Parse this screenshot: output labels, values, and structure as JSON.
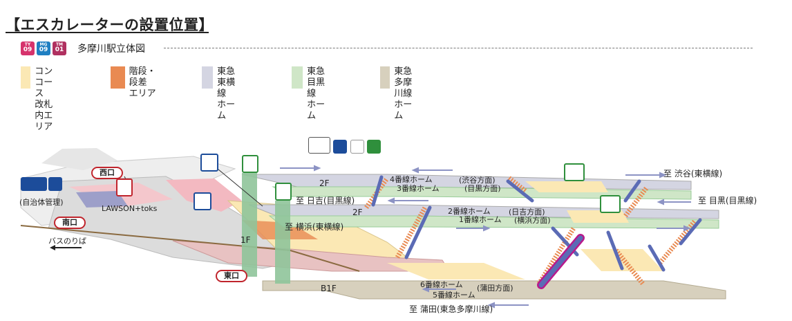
{
  "title": "【エスカレーターの設置位置】",
  "station": {
    "badges": [
      {
        "code": "TY",
        "num": "09",
        "color": "#d6336c"
      },
      {
        "code": "MG",
        "num": "09",
        "color": "#1f7fc2"
      },
      {
        "code": "TM",
        "num": "01",
        "color": "#b03060"
      }
    ],
    "name": "多摩川駅立体図"
  },
  "legend": [
    {
      "line1": "コンコース",
      "line2": "改札内エリア",
      "color": "#fbe8b4"
    },
    {
      "line1": "階段・段差",
      "line2": "エリア",
      "color": "#e98a52"
    },
    {
      "line1": "東急東横線",
      "line2": "ホーム",
      "color": "#d4d5e2"
    },
    {
      "line1": "東急目黒線",
      "line2": "ホーム",
      "color": "#cfe6c7"
    },
    {
      "line1": "東急多摩川線",
      "line2": "ホーム",
      "color": "#d7d0bd"
    }
  ],
  "colors": {
    "concourse": "#fbe8b4",
    "stairs": "#e98a52",
    "toyoko": "#d4d5e2",
    "meguro": "#cfe6c7",
    "tamagawa": "#d7d0bd",
    "elevator": "#8fc49a",
    "escalator": "#5b6bb5",
    "exit_border": "#c0242c",
    "icon_blue": "#1c4c9a",
    "icon_green": "#2f8f3c"
  },
  "labels": {
    "exit_west": "西口",
    "exit_south": "南口",
    "exit_east": "東口",
    "lawson": "LAWSON+toks",
    "municipal": "(自治体管理)",
    "bus": "バスのりば",
    "floor_2f_a": "2F",
    "floor_2f_b": "2F",
    "floor_1f": "1F",
    "floor_b1f": "B1F",
    "to_hiyoshi": "至 日吉(目黒線)",
    "to_yokohama": "至 横浜(東横線)",
    "to_shibuya": "至 渋谷(東横線)",
    "to_meguro": "至 目黒(目黒線)",
    "to_kamata": "至 蒲田(東急多摩川線)",
    "platform_4": "4番線ホーム",
    "platform_3": "3番線ホーム",
    "dir_shibuya": "(渋谷方面)",
    "dir_meguro": "(目黒方面)",
    "platform_2": "2番線ホーム",
    "platform_1": "1番線ホーム",
    "dir_hiyoshi": "(日吉方面)",
    "dir_yokohama": "(横浜方面)",
    "platform_6": "6番線ホーム",
    "platform_5": "5番線ホーム",
    "dir_kamata": "(蒲田方面)"
  }
}
